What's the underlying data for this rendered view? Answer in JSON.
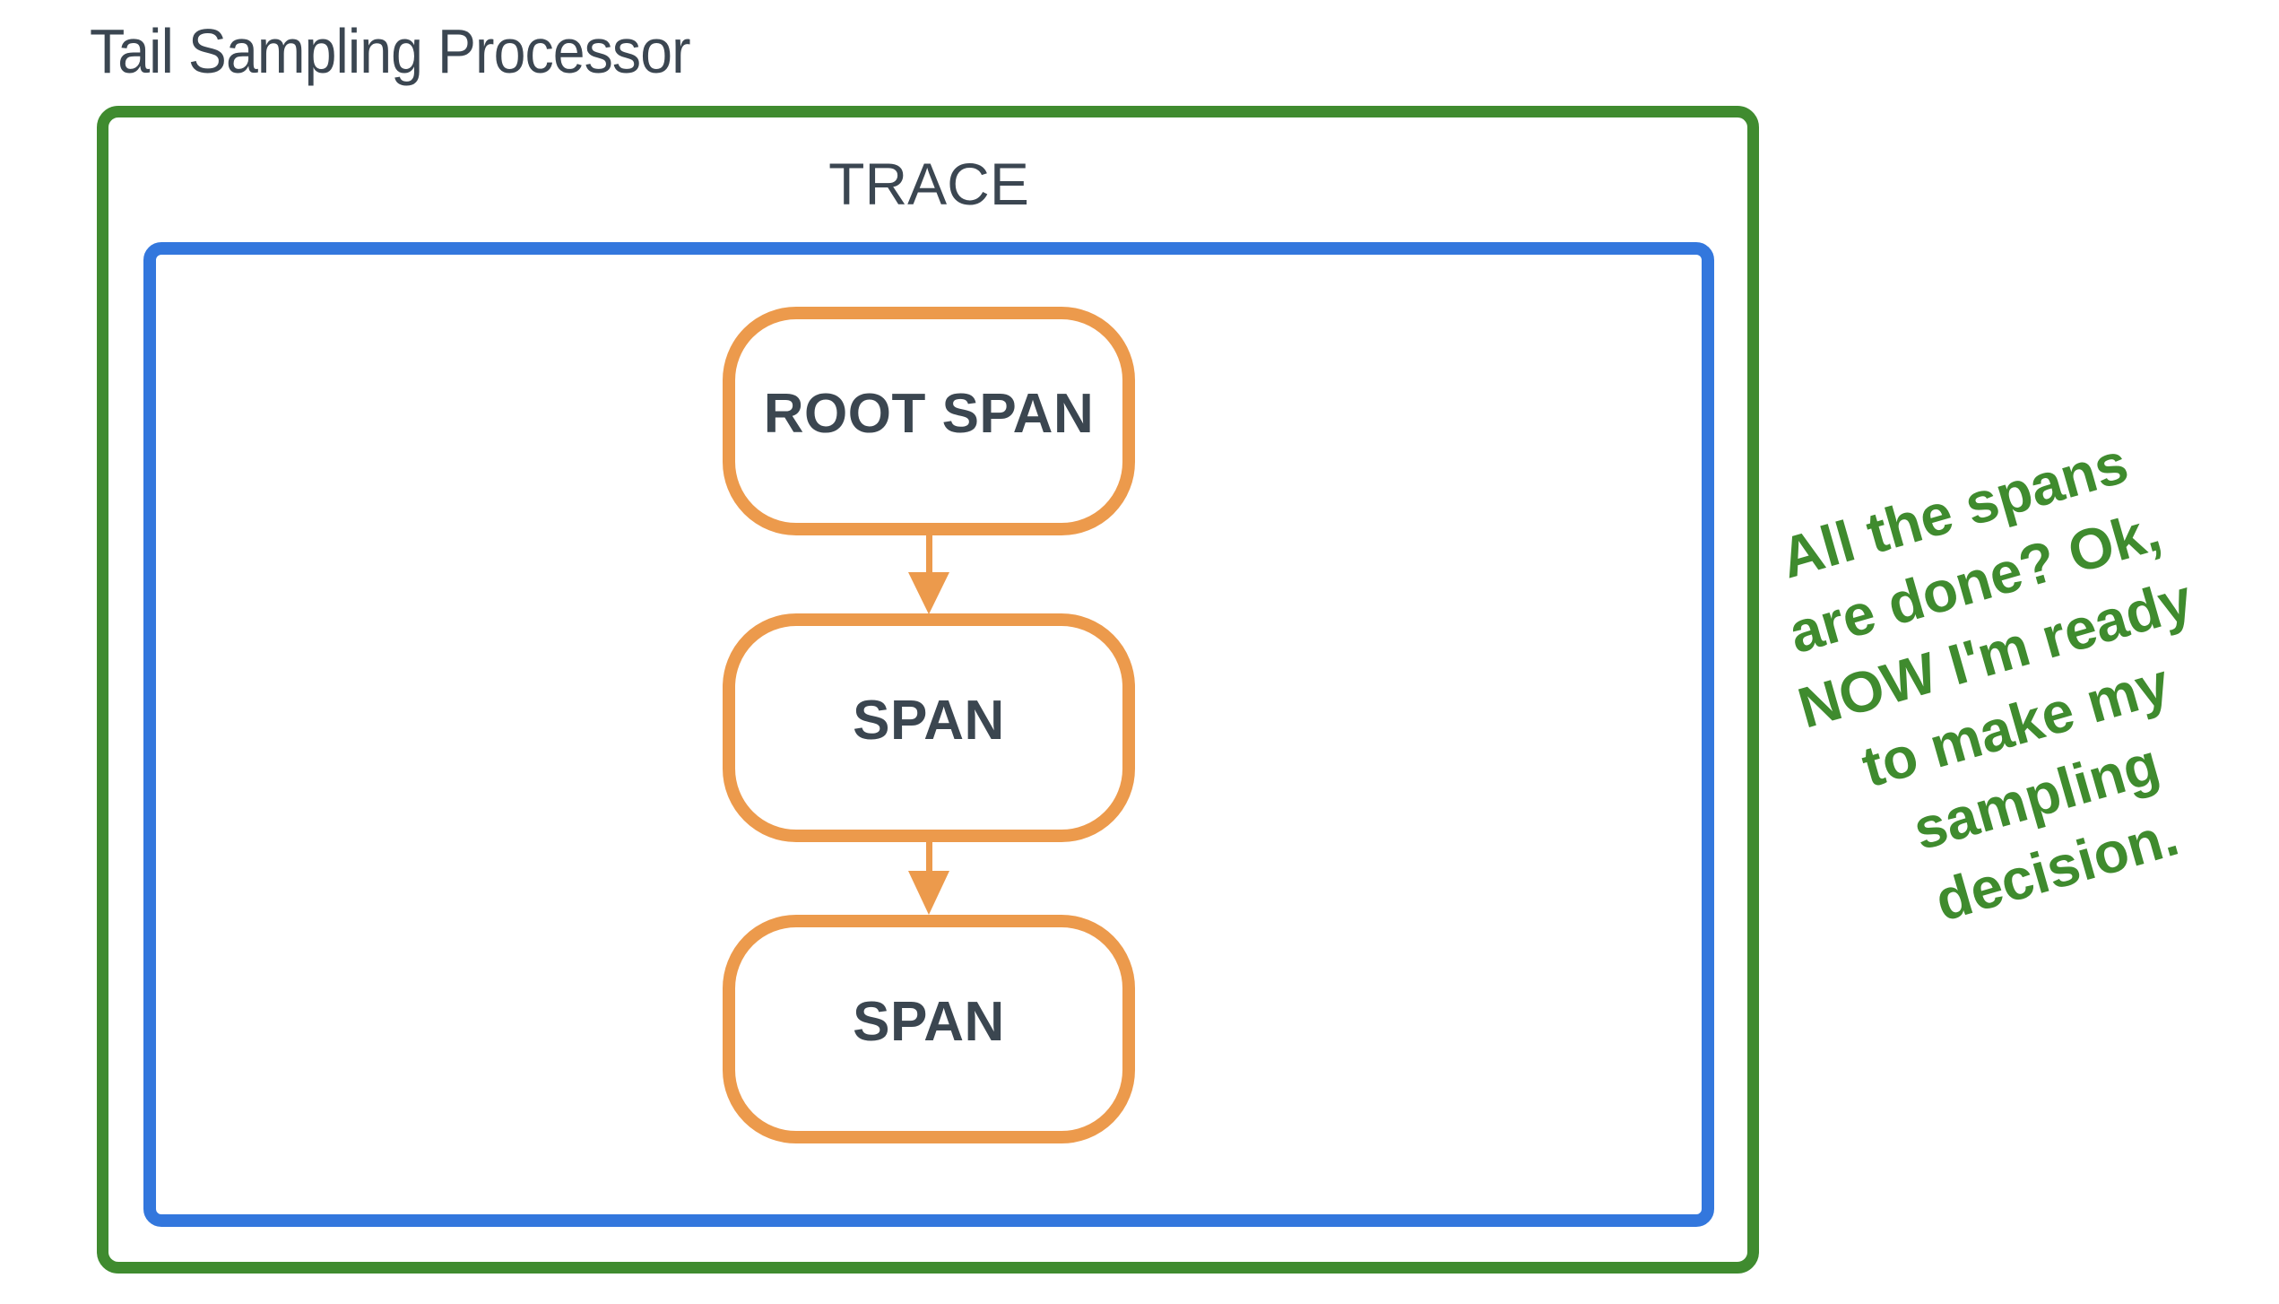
{
  "page": {
    "background_color": "#ffffff"
  },
  "title": "Tail Sampling Processor",
  "diagram": {
    "processor_box": {
      "border_color": "#3f8b2f"
    },
    "trace_box": {
      "label": "TRACE",
      "border_color": "#3377dd"
    },
    "pills": [
      {
        "label": "ROOT SPAN"
      },
      {
        "label": "SPAN"
      },
      {
        "label": "SPAN"
      }
    ],
    "pill_border_color": "#ec9a4c",
    "arrow_color": "#ec9a4c",
    "text_color": "#3b4651"
  },
  "annotation": {
    "text": "All the spans\nare done? Ok,\nNOW I'm ready\nto make my\nsampling\ndecision.",
    "color": "#3f8b2e"
  }
}
